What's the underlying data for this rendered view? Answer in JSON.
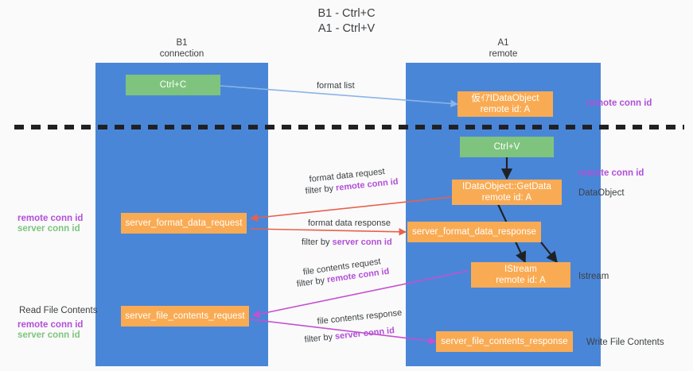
{
  "title": "B1 - Ctrl+C\nA1 - Ctrl+V",
  "columns": [
    {
      "heading": "B1\nconnection"
    },
    {
      "heading": "A1\nremote"
    }
  ],
  "boxes": {
    "ctrl_c": "Ctrl+C",
    "ctrl_v": "Ctrl+V",
    "idataobject_remote": "仮ｲｱIDataObject\nremote id: A",
    "idataobject_getdata": "IDataObject::GetData\nremote id: A",
    "istream": "IStream\nremote id: A",
    "server_format_data_request": "server_format_data_request",
    "server_format_data_response": "server_format_data_response",
    "server_file_contents_request": "server_file_contents_request",
    "server_file_contents_response": "server_file_contents_response"
  },
  "edges": {
    "format_list": "format list",
    "format_data_request": "format data request",
    "format_data_request_filter_prefix": "filter by ",
    "format_data_request_filter_key": "remote conn id",
    "format_data_response": "format data response",
    "format_data_response_filter_prefix": "filter by ",
    "format_data_response_filter_key": "server conn id",
    "file_contents_request": "file contents request",
    "file_contents_request_filter_prefix": "filter by ",
    "file_contents_request_filter_key": "remote conn id",
    "file_contents_response": "file contents response",
    "file_contents_response_filter_prefix": "filter by ",
    "file_contents_response_filter_key": "server conn id"
  },
  "annotations": {
    "right_remote_conn_id_top": "remote conn id",
    "right_remote_conn_id_mid": "remote conn id",
    "right_dataobject": "DataObject",
    "right_istream": "Istream",
    "right_write_file_contents": "Write File Contents",
    "left_remote_conn_id": "remote conn id",
    "left_server_conn_id": "server conn id",
    "left_read_file_contents": "Read File Contents",
    "left_remote_conn_id_2": "remote conn id",
    "left_server_conn_id_2": "server conn id"
  },
  "colors": {
    "lane": "#4a86d8",
    "orange": "#f9ab54",
    "green": "#7ec47e",
    "purple": "#b14fd8",
    "arrow_blue": "#8ab4e8",
    "arrow_red": "#e8604d",
    "arrow_magenta": "#c64fd0",
    "arrow_dark": "#202124",
    "divider": "#202124"
  }
}
